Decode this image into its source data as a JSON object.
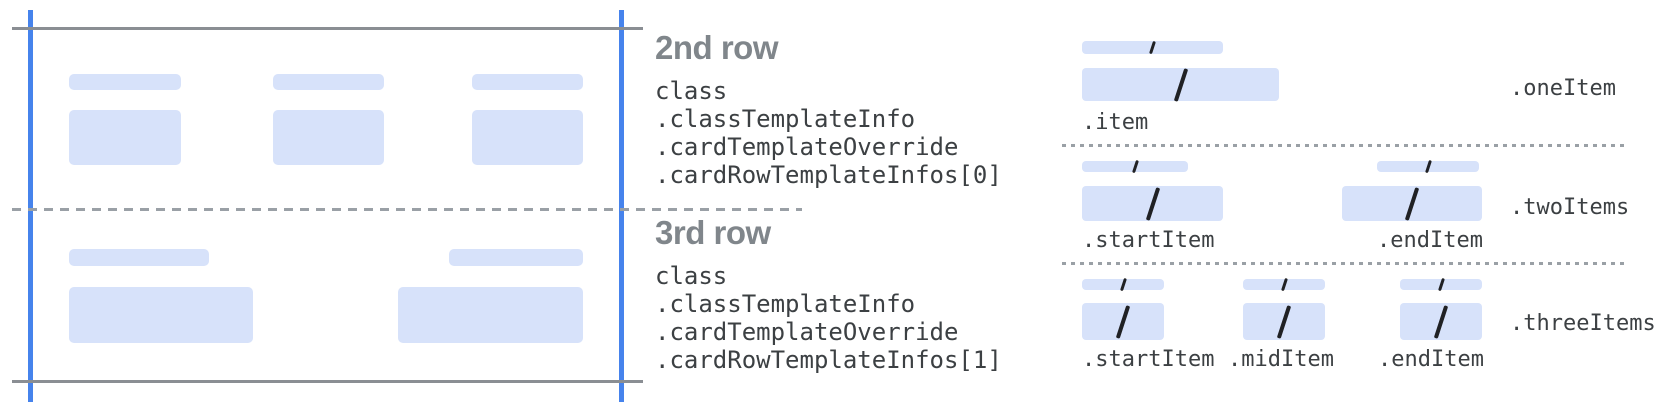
{
  "colors": {
    "guide_blue": "#4683ec",
    "edge_gray": "#8a8e93",
    "divider_gray": "#9aa0a6",
    "placeholder_blue": "#d7e2fa",
    "heading_gray": "#80868b",
    "code_text": "#3c4043",
    "slash_dark": "#202124"
  },
  "glyphs": {
    "slash_icon": "/"
  },
  "left_card": {
    "second_row_field_count": 3,
    "third_row_field_count": 2
  },
  "annotations": [
    {
      "heading": "2nd row",
      "code_lines": [
        "class",
        ".classTemplateInfo",
        ".cardTemplateOverride",
        ".cardRowTemplateInfos[0]"
      ]
    },
    {
      "heading": "3rd row",
      "code_lines": [
        "class",
        ".classTemplateInfo",
        ".cardTemplateOverride",
        ".cardRowTemplateInfos[1]"
      ]
    }
  ],
  "templates": [
    {
      "name": ".oneItem",
      "items": [
        ".item"
      ]
    },
    {
      "name": ".twoItems",
      "items": [
        ".startItem",
        ".endItem"
      ]
    },
    {
      "name": ".threeItems",
      "items": [
        ".startItem",
        ".midItem",
        ".endItem"
      ]
    }
  ]
}
